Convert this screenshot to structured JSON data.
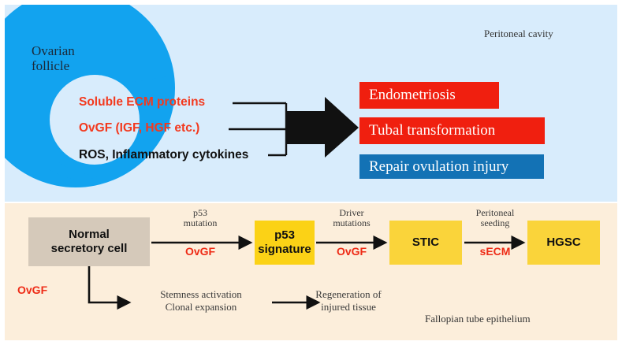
{
  "figure": {
    "title": "Ovarian follicle fluid factors and fallopian tube carcinogenesis schematic",
    "colors": {
      "top_panel_bg": "#d8ecfc",
      "bottom_panel_bg": "#fceedb",
      "follicle_blue": "#12a3ef",
      "red_bar": "#f01f0f",
      "blue_bar": "#1372b5",
      "yellow_node": "#fbd216",
      "yellow_node_alt": "#fad43a",
      "taupe_node": "#d5c9ba",
      "red_text": "#f3391e",
      "arrow_black": "#111111"
    }
  },
  "top_panel": {
    "region_label": "Peritoneal cavity",
    "follicle_label": "Ovarian\nfollicle",
    "secreted_factors": [
      {
        "text": "Soluble ECM proteins",
        "color": "#f3391e"
      },
      {
        "text": "OvGF (IGF, HGF etc.)",
        "color": "#f3391e"
      },
      {
        "text": "ROS, Inflammatory cytokines",
        "color": "#111111"
      }
    ],
    "outcomes": [
      {
        "label": "Endometriosis",
        "color": "#f01f0f"
      },
      {
        "label": "Tubal transformation",
        "color": "#f01f0f"
      },
      {
        "label": "Repair ovulation injury",
        "color": "#1372b5"
      }
    ]
  },
  "bottom_panel": {
    "region_label": "Fallopian tube epithelium",
    "nodes": [
      {
        "id": "normal",
        "line1": "Normal",
        "line2": "secretory cell",
        "color": "#d5c9ba"
      },
      {
        "id": "p53",
        "line1": "p53",
        "line2": "signature",
        "color": "#fbd216"
      },
      {
        "id": "stic",
        "line1": "STIC",
        "line2": "",
        "color": "#fad43a"
      },
      {
        "id": "hgsc",
        "line1": "HGSC",
        "line2": "",
        "color": "#fad43a"
      }
    ],
    "transitions": [
      {
        "above": "p53\nmutation",
        "below": "OvGF"
      },
      {
        "above": "Driver\nmutations",
        "below": "OvGF"
      },
      {
        "above": "Peritoneal\nseeding",
        "below": "sECM"
      }
    ],
    "branch": {
      "driver": "OvGF",
      "step1": "Stemness activation\nClonal expansion",
      "step2": "Regeneration of\ninjured tissue"
    }
  }
}
